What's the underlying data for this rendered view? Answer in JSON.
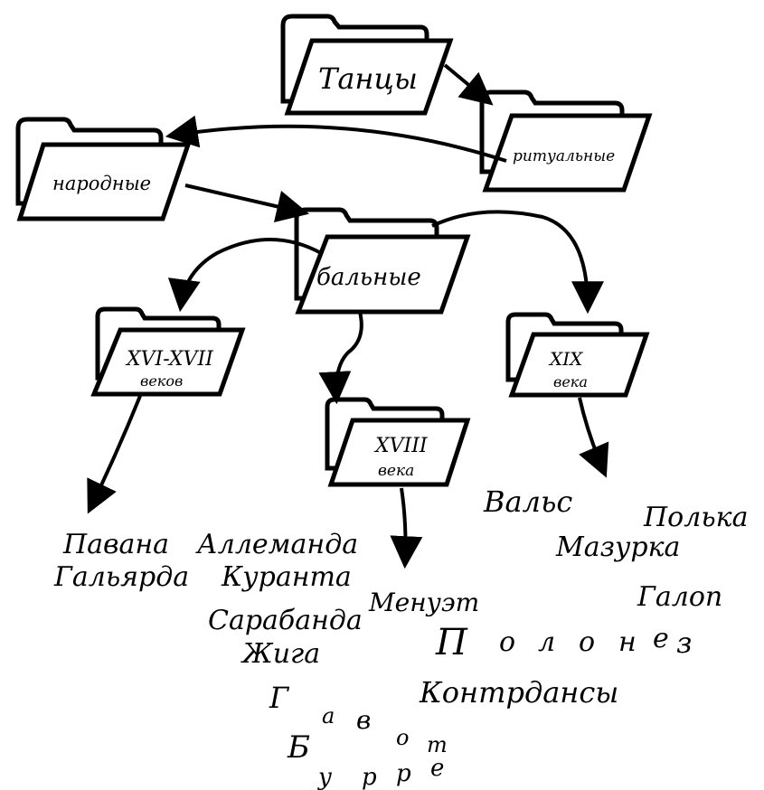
{
  "folders": {
    "dances": "Танцы",
    "ritual": "ритуальные",
    "folk": "народные",
    "ballroom": "бальные",
    "c16_17_line1": "XVI-XVII",
    "c16_17_line2": "веков",
    "c18_line1": "XVIII",
    "c18_line2": "века",
    "c19_line1": "XIX",
    "c19_line2": "века"
  },
  "dances_16_17": [
    "Павана",
    "Аллеманда",
    "Гальярда",
    "Куранта",
    "Сарабанда",
    "Жига"
  ],
  "dances_18": {
    "minuet": "Менуэт",
    "gavotte_letters": [
      "Г",
      "а",
      "в",
      "о",
      "т"
    ],
    "bourree_letters": [
      "Б",
      "у",
      "р",
      "р",
      "е"
    ]
  },
  "dances_19": [
    "Вальс",
    "Полька",
    "Мазурка",
    "Галоп"
  ],
  "dances_shared": {
    "polonaise_letters": [
      "П",
      "о",
      "л",
      "о",
      "н",
      "е",
      "з"
    ],
    "contredanse": "Контрдансы"
  },
  "colors": {
    "ink": "#000000",
    "paper": "#ffffff"
  }
}
